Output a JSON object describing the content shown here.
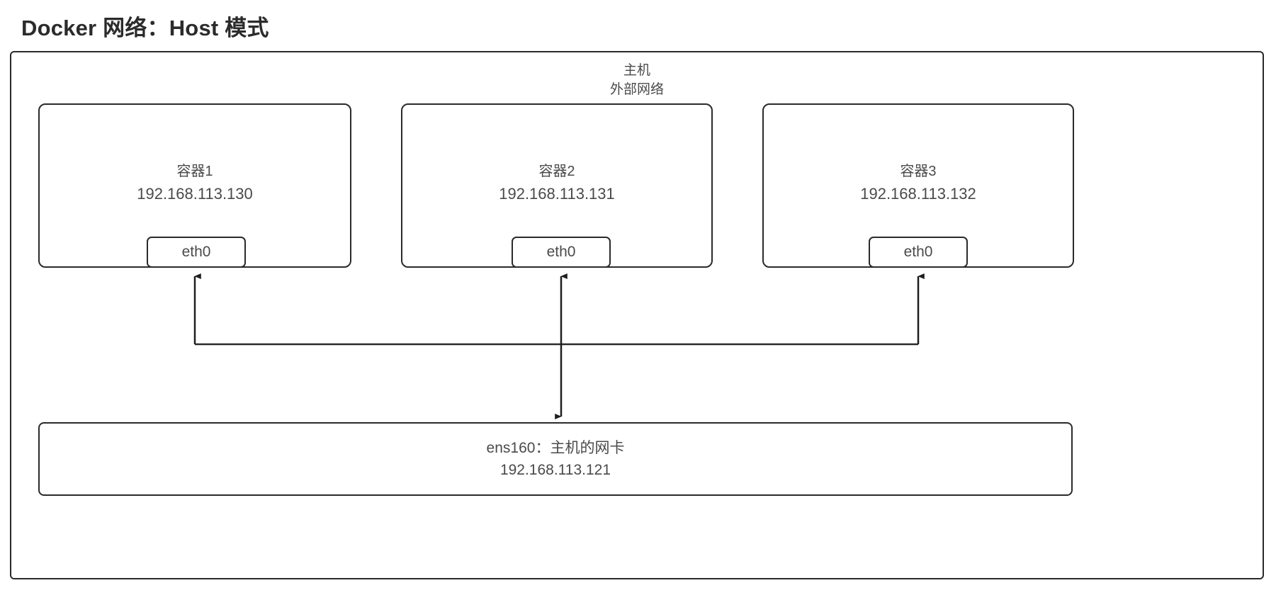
{
  "title": "Docker 网络：Host 模式",
  "host": {
    "label_line1": "主机",
    "label_line2": "外部网络"
  },
  "containers": [
    {
      "name": "容器1",
      "ip": "192.168.113.130",
      "interface": "eth0"
    },
    {
      "name": "容器2",
      "ip": "192.168.113.131",
      "interface": "eth0"
    },
    {
      "name": "容器3",
      "ip": "192.168.113.132",
      "interface": "eth0"
    }
  ],
  "nic": {
    "label": "ens160：主机的网卡",
    "ip": "192.168.113.121"
  },
  "colors": {
    "stroke": "#2a2a2a",
    "text": "#4a4a4a",
    "title": "#2b2b2b",
    "background": "#ffffff"
  }
}
